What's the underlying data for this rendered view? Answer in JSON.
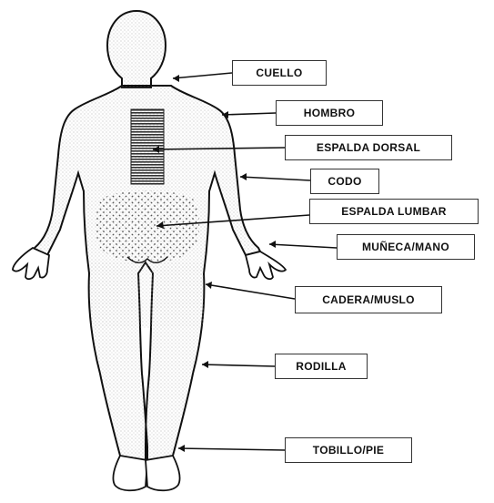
{
  "diagram": {
    "colors": {
      "outline": "#111111",
      "dots": "#555555",
      "dorsal": "#444444",
      "box_border": "#333333"
    },
    "labels": {
      "cuello": "CUELLO",
      "hombro": "HOMBRO",
      "espalda_dorsal": "ESPALDA DORSAL",
      "codo": "CODO",
      "espalda_lumbar": "ESPALDA LUMBAR",
      "muneca_mano": "MUÑECA/MANO",
      "cadera_muslo": "CADERA/MUSLO",
      "rodilla": "RODILLA",
      "tobillo_pie": "TOBILLO/PIE"
    }
  }
}
